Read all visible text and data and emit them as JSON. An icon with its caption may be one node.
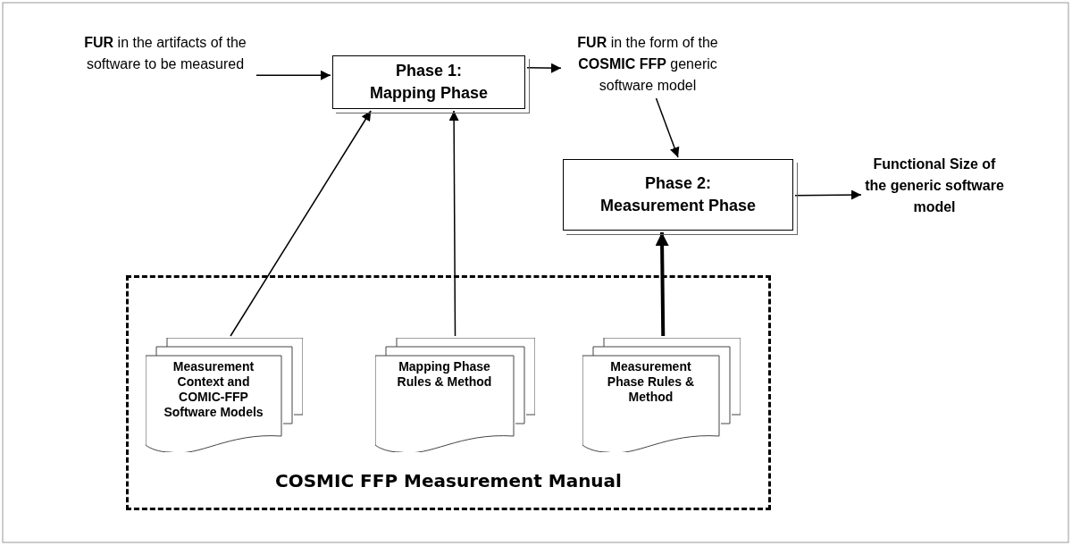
{
  "diagram": {
    "nodes": [
      {
        "text": [
          "**FUR** in the artifacts of the software to be measured"
        ]
      },
      {
        "text": [
          "Phase 1: Mapping Phase"
        ]
      },
      {
        "text": [
          "**FUR** in the form of the **COSMIC FFP** generic software model"
        ]
      },
      {
        "text": [
          "Phase 2: Measurement Phase"
        ]
      },
      {
        "text": [
          "Functional Size of the generic software model"
        ]
      },
      {
        "text": [
          "COSMIC FFP Measurement Manual"
        ]
      },
      {
        "text": [
          "Measurement Context and COMIC-FFP Software Models"
        ],
        "in": 5
      },
      {
        "text": [
          "Mapping Phase Rules & Method"
        ],
        "in": 5
      },
      {
        "text": [
          "Measurement Phase Rules & Method"
        ],
        "in": 5
      }
    ],
    "edges": [
      {
        "from": 0,
        "to": 1,
        "arrow": "to"
      },
      {
        "from": 1,
        "to": 2,
        "arrow": "to"
      },
      {
        "from": 2,
        "to": 3,
        "arrow": "to"
      },
      {
        "from": 3,
        "to": 4,
        "arrow": "to"
      },
      {
        "from": 6,
        "to": 1,
        "arrow": "to"
      },
      {
        "from": 7,
        "to": 1,
        "arrow": "to"
      },
      {
        "from": 8,
        "to": 3,
        "arrow": "to",
        "style": "thick"
      }
    ]
  }
}
